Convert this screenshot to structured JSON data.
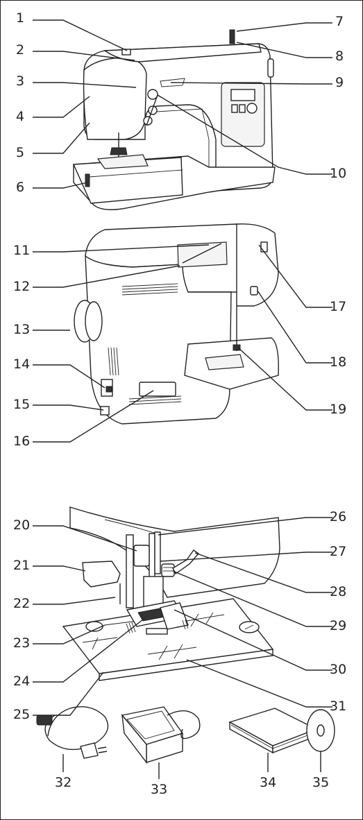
{
  "labels": {
    "n1": "1",
    "n2": "2",
    "n3": "3",
    "n4": "4",
    "n5": "5",
    "n6": "6",
    "n7": "7",
    "n8": "8",
    "n9": "9",
    "n10": "10",
    "n11": "11",
    "n12": "12",
    "n13": "13",
    "n14": "14",
    "n15": "15",
    "n16": "16",
    "n17": "17",
    "n18": "18",
    "n19": "19",
    "n20": "20",
    "n21": "21",
    "n22": "22",
    "n23": "23",
    "n24": "24",
    "n25": "25",
    "n26": "26",
    "n27": "27",
    "n28": "28",
    "n29": "29",
    "n30": "30",
    "n31": "31",
    "n32": "32",
    "n33": "33",
    "n34": "34",
    "n35": "35"
  }
}
